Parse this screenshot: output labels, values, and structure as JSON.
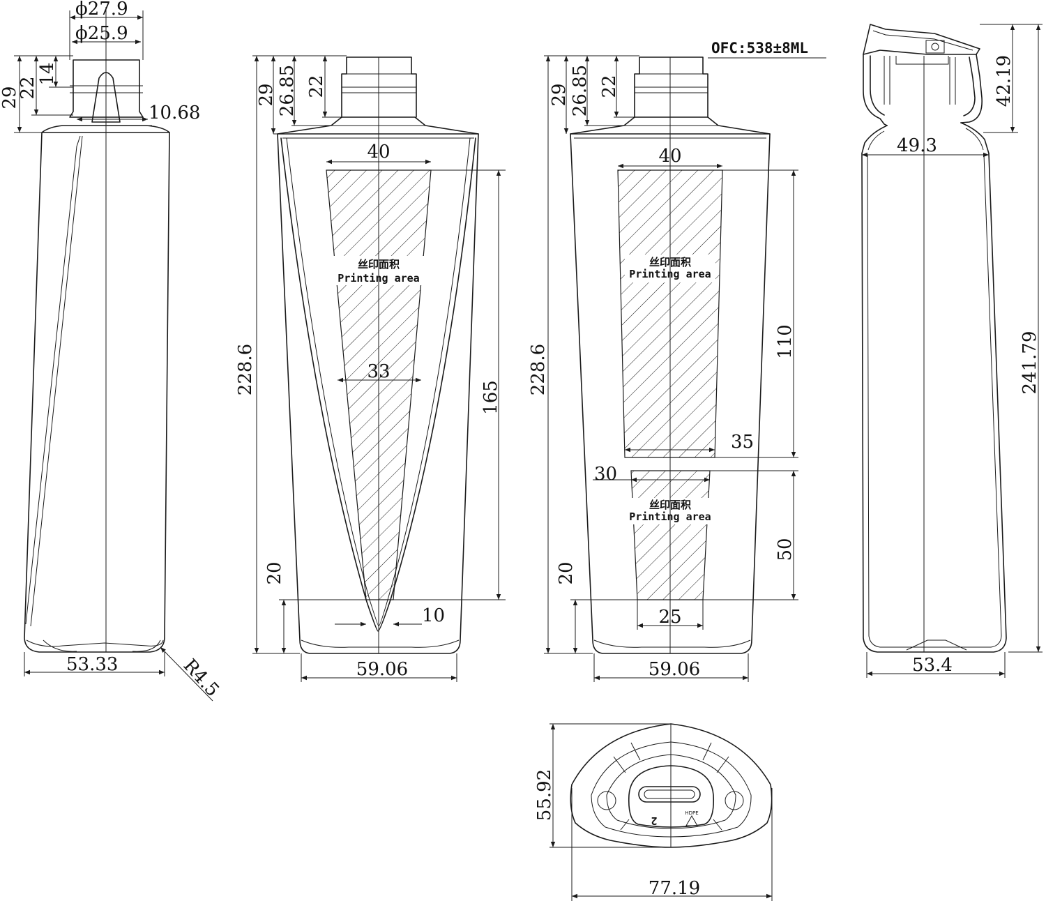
{
  "capacity_note": "OFC:538±8ML",
  "side_view": {
    "dims": {
      "neck_outer_dia": "ϕ27.9",
      "neck_inner_dia": "ϕ25.9",
      "h_29": "29",
      "h_22": "22",
      "h_14": "14",
      "nozzle": "10.68",
      "base_width": "53.33",
      "radius": "R4.5"
    }
  },
  "front_view": {
    "dims": {
      "height": "228.6",
      "h_29": "29",
      "h_26_85": "26.85",
      "h_22": "22",
      "print_top_width": "40",
      "print_mid_width": "33",
      "print_height": "165",
      "bottom_offset": "20",
      "print_bottom_width": "10",
      "base_width": "59.06"
    },
    "print_label_cn": "丝印面积",
    "print_label_en": "Printing area"
  },
  "back_view": {
    "dims": {
      "height": "228.6",
      "h_29": "29",
      "h_26_85": "26.85",
      "h_22": "22",
      "upper_top_width": "40",
      "upper_height": "110",
      "upper_bottom_width": "35",
      "lower_top_width": "30",
      "lower_height": "50",
      "lower_bottom_width": "25",
      "bottom_offset": "20",
      "base_width": "59.06"
    },
    "upper_label_cn": "丝印面积",
    "upper_label_en": "Printing area",
    "lower_label_cn": "丝印面积",
    "lower_label_en": "Printing area"
  },
  "section_view": {
    "dims": {
      "cap_height": "42.19",
      "inner_width": "49.3",
      "total_height": "241.79",
      "base_width": "53.4"
    }
  },
  "bottom_view": {
    "dims": {
      "depth": "55.92",
      "width": "77.19"
    },
    "mold_number": "2",
    "recycle_mark": "HDPE"
  }
}
